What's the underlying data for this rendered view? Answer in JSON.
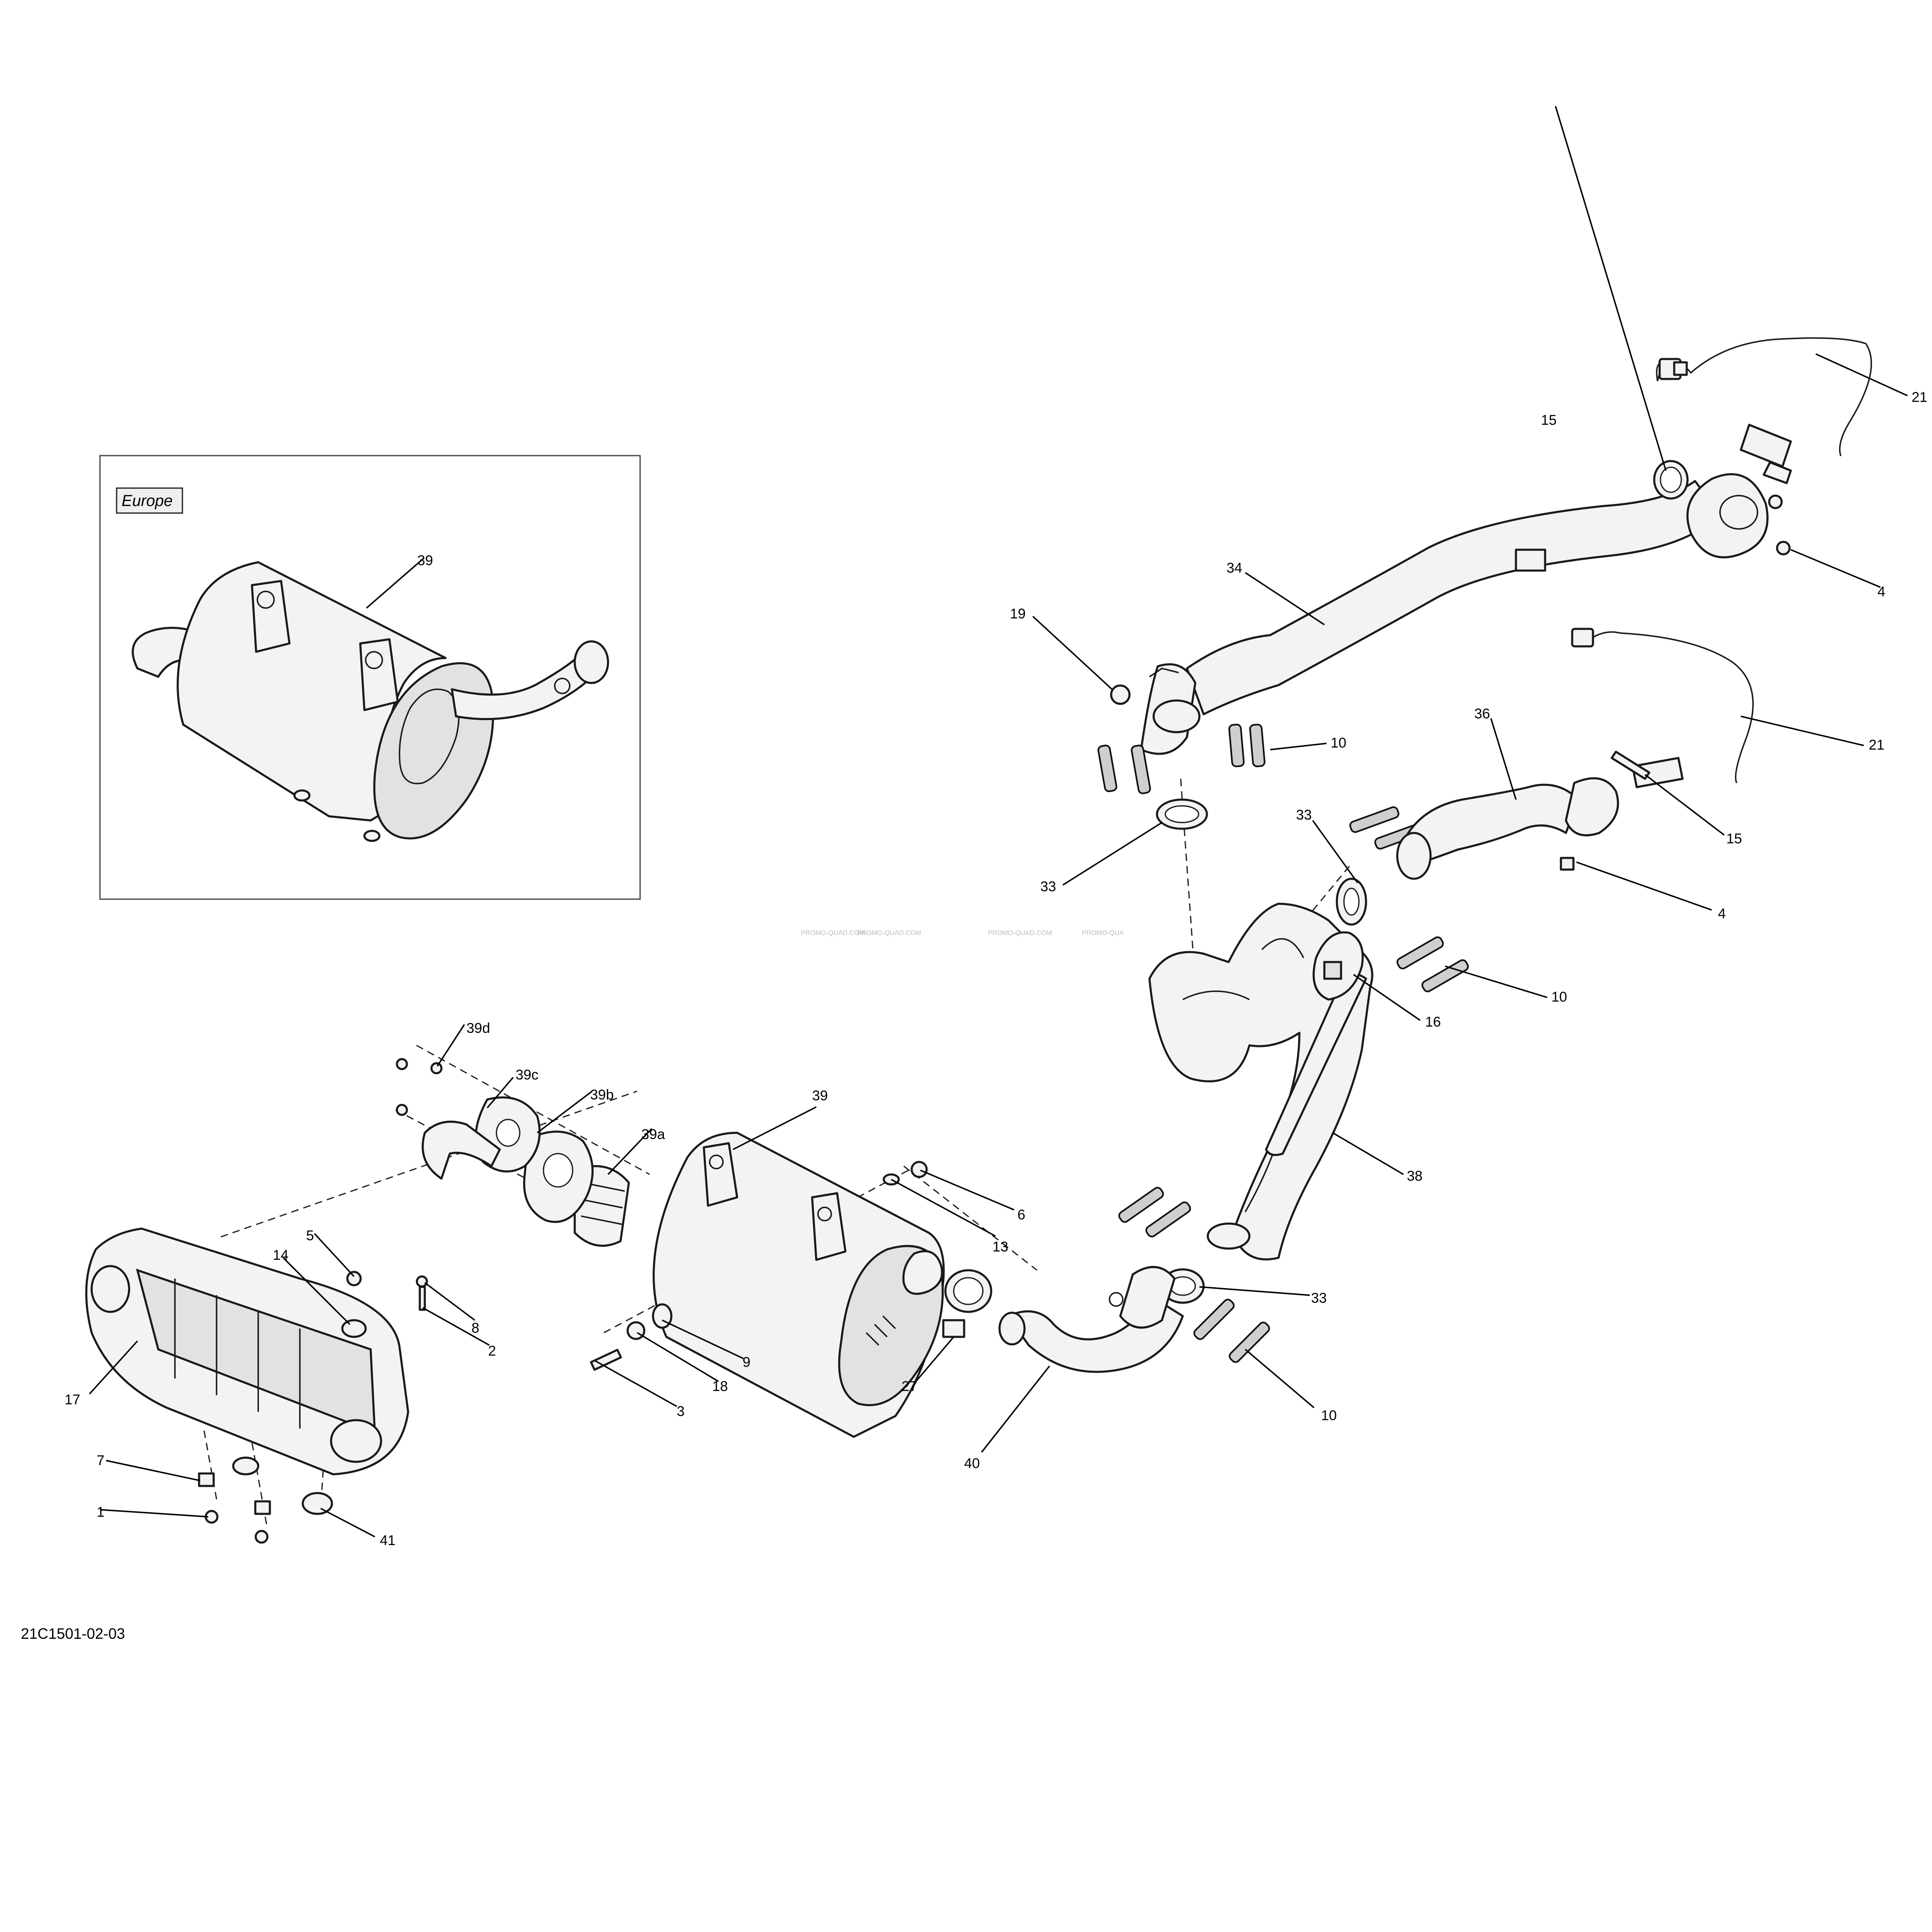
{
  "inset": {
    "region_label": "Europe"
  },
  "reference_code": "21C1501-02-03",
  "watermark": [
    "PROMO-QUAD.COM",
    "PROMO-QUAD.COM",
    "PROMO-QUAD.COM",
    "PROMO-QUA"
  ],
  "callouts": [
    {
      "id": "c-21a",
      "text": "21"
    },
    {
      "id": "c-15a",
      "text": "15"
    },
    {
      "id": "c-4a",
      "text": "4"
    },
    {
      "id": "c-34",
      "text": "34"
    },
    {
      "id": "c-19",
      "text": "19"
    },
    {
      "id": "c-10a",
      "text": "10"
    },
    {
      "id": "c-21b",
      "text": "21"
    },
    {
      "id": "c-36",
      "text": "36"
    },
    {
      "id": "c-33a",
      "text": "33"
    },
    {
      "id": "c-33b",
      "text": "33"
    },
    {
      "id": "c-15b",
      "text": "15"
    },
    {
      "id": "c-4b",
      "text": "4"
    },
    {
      "id": "c-10b",
      "text": "10"
    },
    {
      "id": "c-16",
      "text": "16"
    },
    {
      "id": "c-38",
      "text": "38"
    },
    {
      "id": "c-39-inset",
      "text": "39"
    },
    {
      "id": "c-39d",
      "text": "39d"
    },
    {
      "id": "c-39c",
      "text": "39c"
    },
    {
      "id": "c-39b",
      "text": "39b"
    },
    {
      "id": "c-39a",
      "text": "39a"
    },
    {
      "id": "c-39",
      "text": "39"
    },
    {
      "id": "c-6",
      "text": "6"
    },
    {
      "id": "c-13",
      "text": "13"
    },
    {
      "id": "c-33c",
      "text": "33"
    },
    {
      "id": "c-10c",
      "text": "10"
    },
    {
      "id": "c-5",
      "text": "5"
    },
    {
      "id": "c-14",
      "text": "14"
    },
    {
      "id": "c-8",
      "text": "8"
    },
    {
      "id": "c-2",
      "text": "2"
    },
    {
      "id": "c-17",
      "text": "17"
    },
    {
      "id": "c-9",
      "text": "9"
    },
    {
      "id": "c-18",
      "text": "18"
    },
    {
      "id": "c-3",
      "text": "3"
    },
    {
      "id": "c-27",
      "text": "27"
    },
    {
      "id": "c-40",
      "text": "40"
    },
    {
      "id": "c-7",
      "text": "7"
    },
    {
      "id": "c-1",
      "text": "1"
    },
    {
      "id": "c-41",
      "text": "41"
    }
  ]
}
